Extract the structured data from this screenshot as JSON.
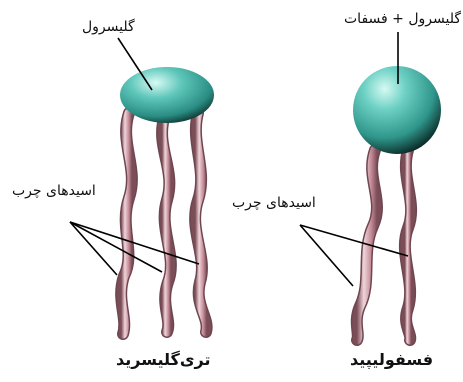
{
  "triglyceride": {
    "head_label": "گلیسرول",
    "tails_label": "اسیدهای چرب",
    "title": "تری‌گلیسرید"
  },
  "phospholipid": {
    "head_label": "گلیسرول + فسفات",
    "tails_label": "اسیدهای چرب",
    "title": "فسفولیپید"
  },
  "colors": {
    "head_light": "#bff0e8",
    "head_mid": "#3fb3a6",
    "head_dark": "#0b2a26",
    "tail_light": "#f0d4da",
    "tail_mid": "#c68e99",
    "tail_dark": "#7a4d57",
    "line": "#000000"
  }
}
